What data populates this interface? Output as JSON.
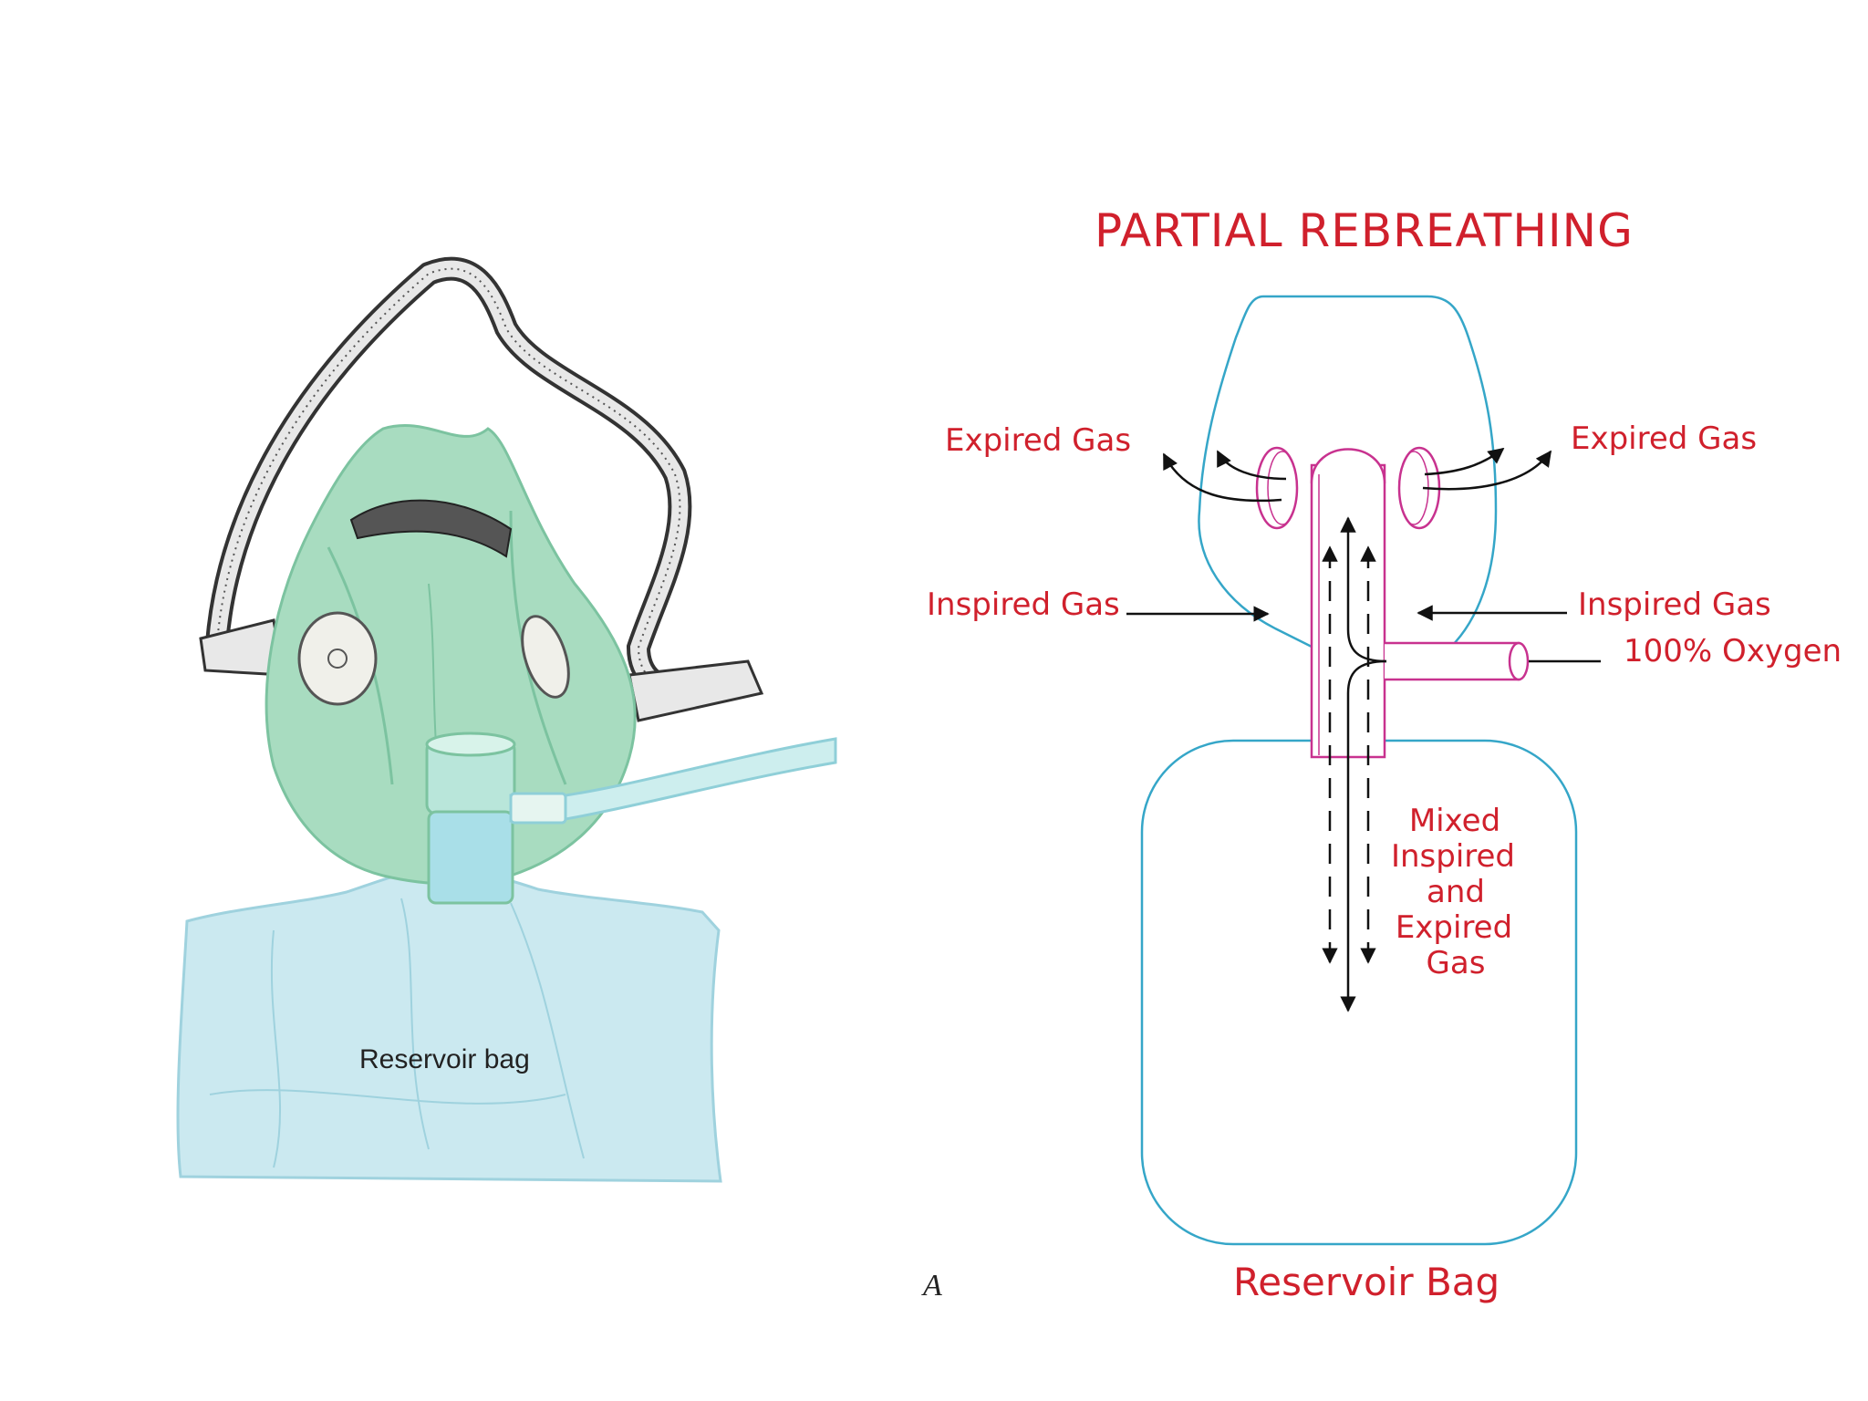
{
  "illustration": {
    "caption": "Reservoir bag"
  },
  "diagram": {
    "title": "PARTIAL REBREATHING",
    "labels": {
      "expired_left": "Expired Gas",
      "expired_right": "Expired Gas",
      "inspired_left": "Inspired Gas",
      "inspired_right": "Inspired Gas",
      "oxygen": "100% Oxygen",
      "mixed": [
        "Mixed",
        "Inspired",
        "and",
        "Expired",
        "Gas"
      ],
      "bag": "Reservoir Bag"
    },
    "figure_letter": "A"
  },
  "colors": {
    "label_red": "#d0202c",
    "outline_cyan": "#35a6c8",
    "tube_magenta": "#c8328f",
    "mask_green": "#a8dcc0",
    "bag_blue": "#c9e8ef"
  }
}
